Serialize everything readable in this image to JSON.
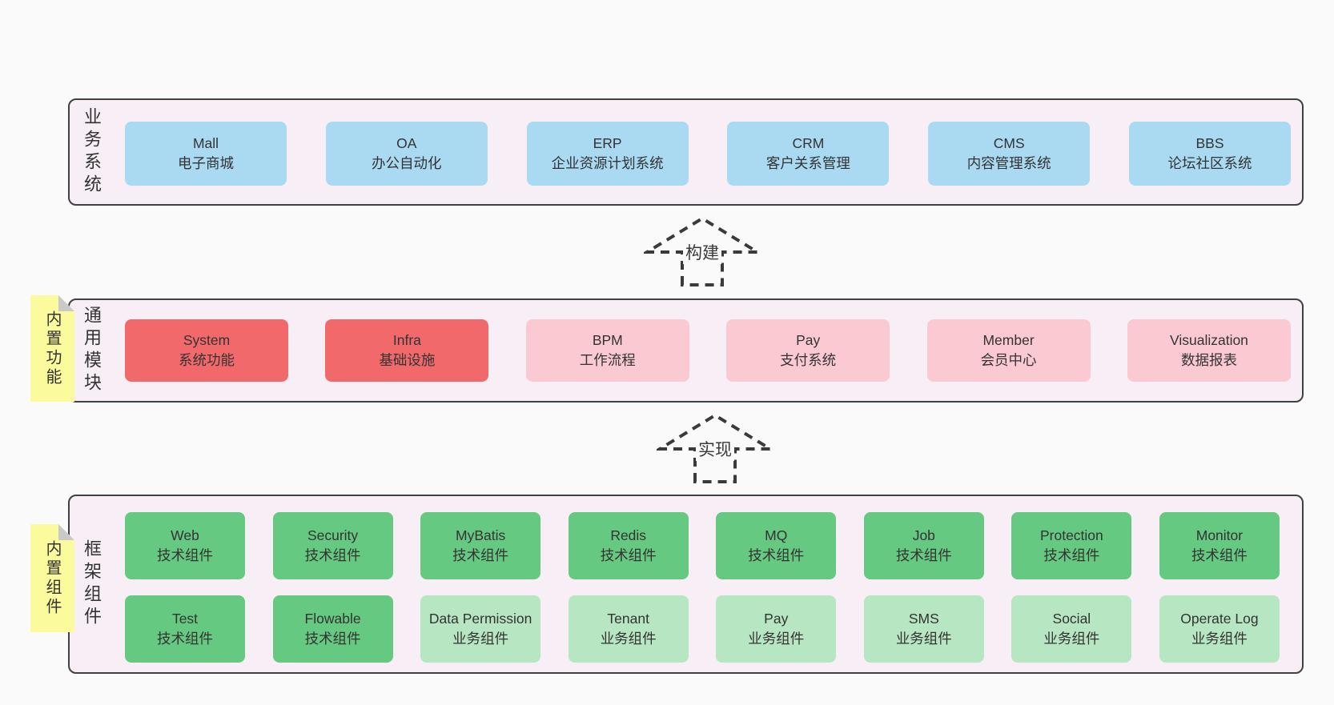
{
  "colors": {
    "page_bg": "#fafafa",
    "band_bg": "#f7eef6",
    "band_border": "#404040",
    "business_box": "#aad9f2",
    "module_core_box": "#f2696c",
    "module_box": "#fbc9d2",
    "tech_component_box": "#66c981",
    "biz_component_box": "#b7e6c2",
    "sticky_note_bg": "#fbfb9e",
    "sticky_note_fold": "#c9c9ca",
    "text": "#333333"
  },
  "arrows": [
    {
      "label": "构建"
    },
    {
      "label": "实现"
    }
  ],
  "bands": {
    "business": {
      "label": "业务系统",
      "boxes": [
        {
          "title": "Mall",
          "subtitle": "电子商城"
        },
        {
          "title": "OA",
          "subtitle": "办公自动化"
        },
        {
          "title": "ERP",
          "subtitle": "企业资源计划系统"
        },
        {
          "title": "CRM",
          "subtitle": "客户关系管理"
        },
        {
          "title": "CMS",
          "subtitle": "内容管理系统"
        },
        {
          "title": "BBS",
          "subtitle": "论坛社区系统"
        }
      ]
    },
    "modules": {
      "label": "通用模块",
      "note": "内置功能",
      "boxes": [
        {
          "title": "System",
          "subtitle": "系统功能"
        },
        {
          "title": "Infra",
          "subtitle": "基础设施"
        },
        {
          "title": "BPM",
          "subtitle": "工作流程"
        },
        {
          "title": "Pay",
          "subtitle": "支付系统"
        },
        {
          "title": "Member",
          "subtitle": "会员中心"
        },
        {
          "title": "Visualization",
          "subtitle": "数据报表"
        }
      ]
    },
    "components": {
      "label": "框架组件",
      "note": "内置组件",
      "rows": [
        [
          {
            "title": "Web",
            "subtitle": "技术组件"
          },
          {
            "title": "Security",
            "subtitle": "技术组件"
          },
          {
            "title": "MyBatis",
            "subtitle": "技术组件"
          },
          {
            "title": "Redis",
            "subtitle": "技术组件"
          },
          {
            "title": "MQ",
            "subtitle": "技术组件"
          },
          {
            "title": "Job",
            "subtitle": "技术组件"
          },
          {
            "title": "Protection",
            "subtitle": "技术组件"
          },
          {
            "title": "Monitor",
            "subtitle": "技术组件"
          }
        ],
        [
          {
            "title": "Test",
            "subtitle": "技术组件"
          },
          {
            "title": "Flowable",
            "subtitle": "技术组件"
          },
          {
            "title": "Data Permission",
            "subtitle": "业务组件"
          },
          {
            "title": "Tenant",
            "subtitle": "业务组件"
          },
          {
            "title": "Pay",
            "subtitle": "业务组件"
          },
          {
            "title": "SMS",
            "subtitle": "业务组件"
          },
          {
            "title": "Social",
            "subtitle": "业务组件"
          },
          {
            "title": "Operate Log",
            "subtitle": "业务组件"
          }
        ]
      ]
    }
  }
}
